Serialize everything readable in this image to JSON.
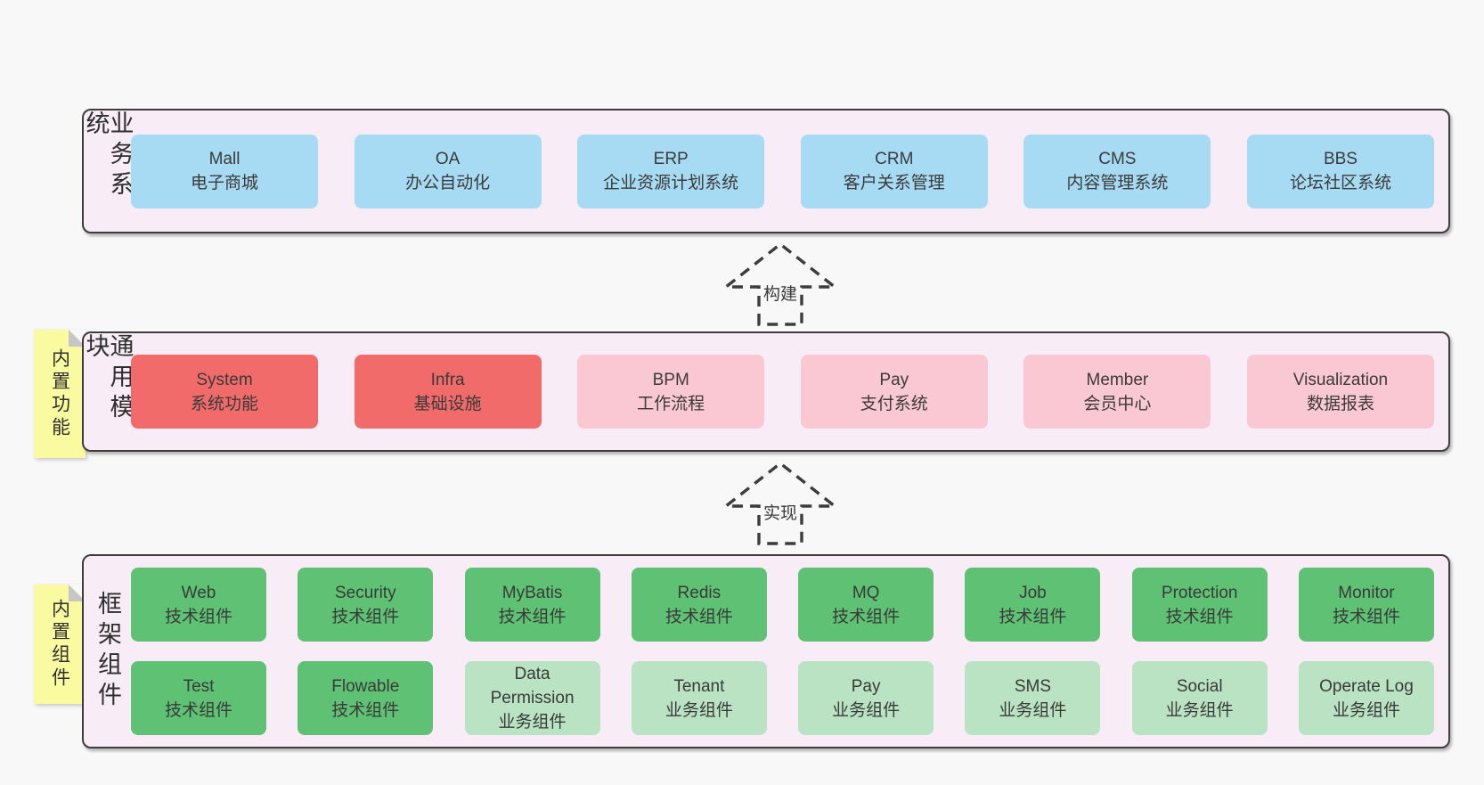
{
  "colors": {
    "blue": "#a7dbf4",
    "red": "#f16b6b",
    "pink": "#fac8d2",
    "green": "#5ec173",
    "light_green": "#b9e3c3",
    "panel_bg": "#f8ecf6",
    "panel_border": "#3d3d3d",
    "sticky_yellow": "#fafaa0",
    "fold_gray": "#c6c6c6",
    "page_bg": "#f8f8f8",
    "dash": "#3c3c3c"
  },
  "sections": [
    {
      "label": "业务系统",
      "rows": [
        [
          {
            "name": "Mall",
            "desc": "电子商城",
            "color": "blue"
          },
          {
            "name": "OA",
            "desc": "办公自动化",
            "color": "blue"
          },
          {
            "name": "ERP",
            "desc": "企业资源计划系统",
            "color": "blue"
          },
          {
            "name": "CRM",
            "desc": "客户关系管理",
            "color": "blue"
          },
          {
            "name": "CMS",
            "desc": "内容管理系统",
            "color": "blue"
          },
          {
            "name": "BBS",
            "desc": "论坛社区系统",
            "color": "blue"
          }
        ]
      ]
    },
    {
      "label": "通用模块",
      "sticky": "内置功能",
      "rows": [
        [
          {
            "name": "System",
            "desc": "系统功能",
            "color": "red"
          },
          {
            "name": "Infra",
            "desc": "基础设施",
            "color": "red"
          },
          {
            "name": "BPM",
            "desc": "工作流程",
            "color": "pink"
          },
          {
            "name": "Pay",
            "desc": "支付系统",
            "color": "pink"
          },
          {
            "name": "Member",
            "desc": "会员中心",
            "color": "pink"
          },
          {
            "name": "Visualization",
            "desc": "数据报表",
            "color": "pink"
          }
        ]
      ]
    },
    {
      "label": "框架组件",
      "sticky": "内置组件",
      "rows": [
        [
          {
            "name": "Web",
            "desc": "技术组件",
            "color": "green"
          },
          {
            "name": "Security",
            "desc": "技术组件",
            "color": "green"
          },
          {
            "name": "MyBatis",
            "desc": "技术组件",
            "color": "green"
          },
          {
            "name": "Redis",
            "desc": "技术组件",
            "color": "green"
          },
          {
            "name": "MQ",
            "desc": "技术组件",
            "color": "green"
          },
          {
            "name": "Job",
            "desc": "技术组件",
            "color": "green"
          },
          {
            "name": "Protection",
            "desc": "技术组件",
            "color": "green"
          },
          {
            "name": "Monitor",
            "desc": "技术组件",
            "color": "green"
          }
        ],
        [
          {
            "name": "Test",
            "desc": "技术组件",
            "color": "green"
          },
          {
            "name": "Flowable",
            "desc": "技术组件",
            "color": "green"
          },
          {
            "name": "Data Permission",
            "desc": "业务组件",
            "color": "light_green"
          },
          {
            "name": "Tenant",
            "desc": "业务组件",
            "color": "light_green"
          },
          {
            "name": "Pay",
            "desc": "业务组件",
            "color": "light_green"
          },
          {
            "name": "SMS",
            "desc": "业务组件",
            "color": "light_green"
          },
          {
            "name": "Social",
            "desc": "业务组件",
            "color": "light_green"
          },
          {
            "name": "Operate Log",
            "desc": "业务组件",
            "color": "light_green"
          }
        ]
      ]
    }
  ],
  "arrows": [
    {
      "label": "构建"
    },
    {
      "label": "实现"
    }
  ]
}
